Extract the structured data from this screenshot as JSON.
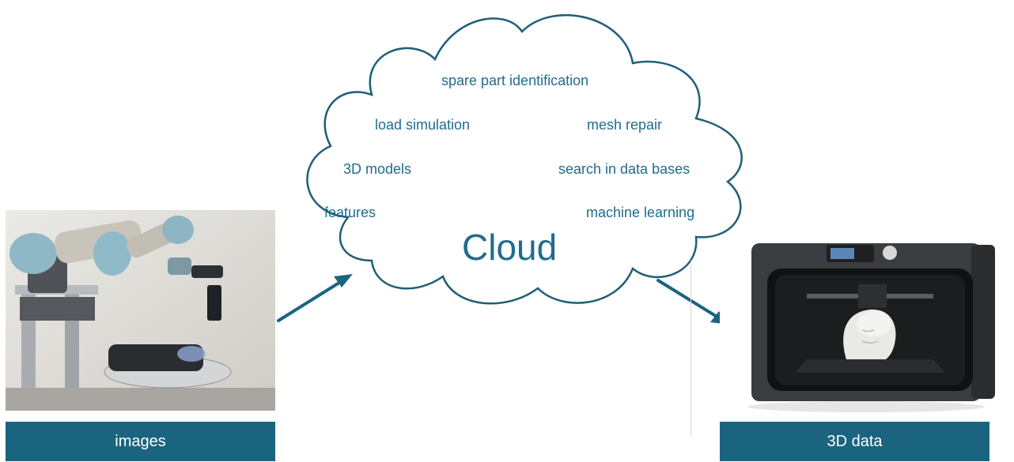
{
  "cloud": {
    "title": "Cloud",
    "items": [
      "spare part identification",
      "load simulation",
      "mesh repair",
      "3D models",
      "search in data bases",
      "features",
      "machine learning"
    ]
  },
  "left_panel": {
    "caption": "images",
    "image": "robot-arm-3d-scanner-photo"
  },
  "right_panel": {
    "caption": "3D data",
    "image": "3d-printer-with-printed-head-photo"
  },
  "colors": {
    "accent": "#1b6480",
    "text": "#1f6d8c",
    "cloud_stroke": "#1f5f78"
  }
}
